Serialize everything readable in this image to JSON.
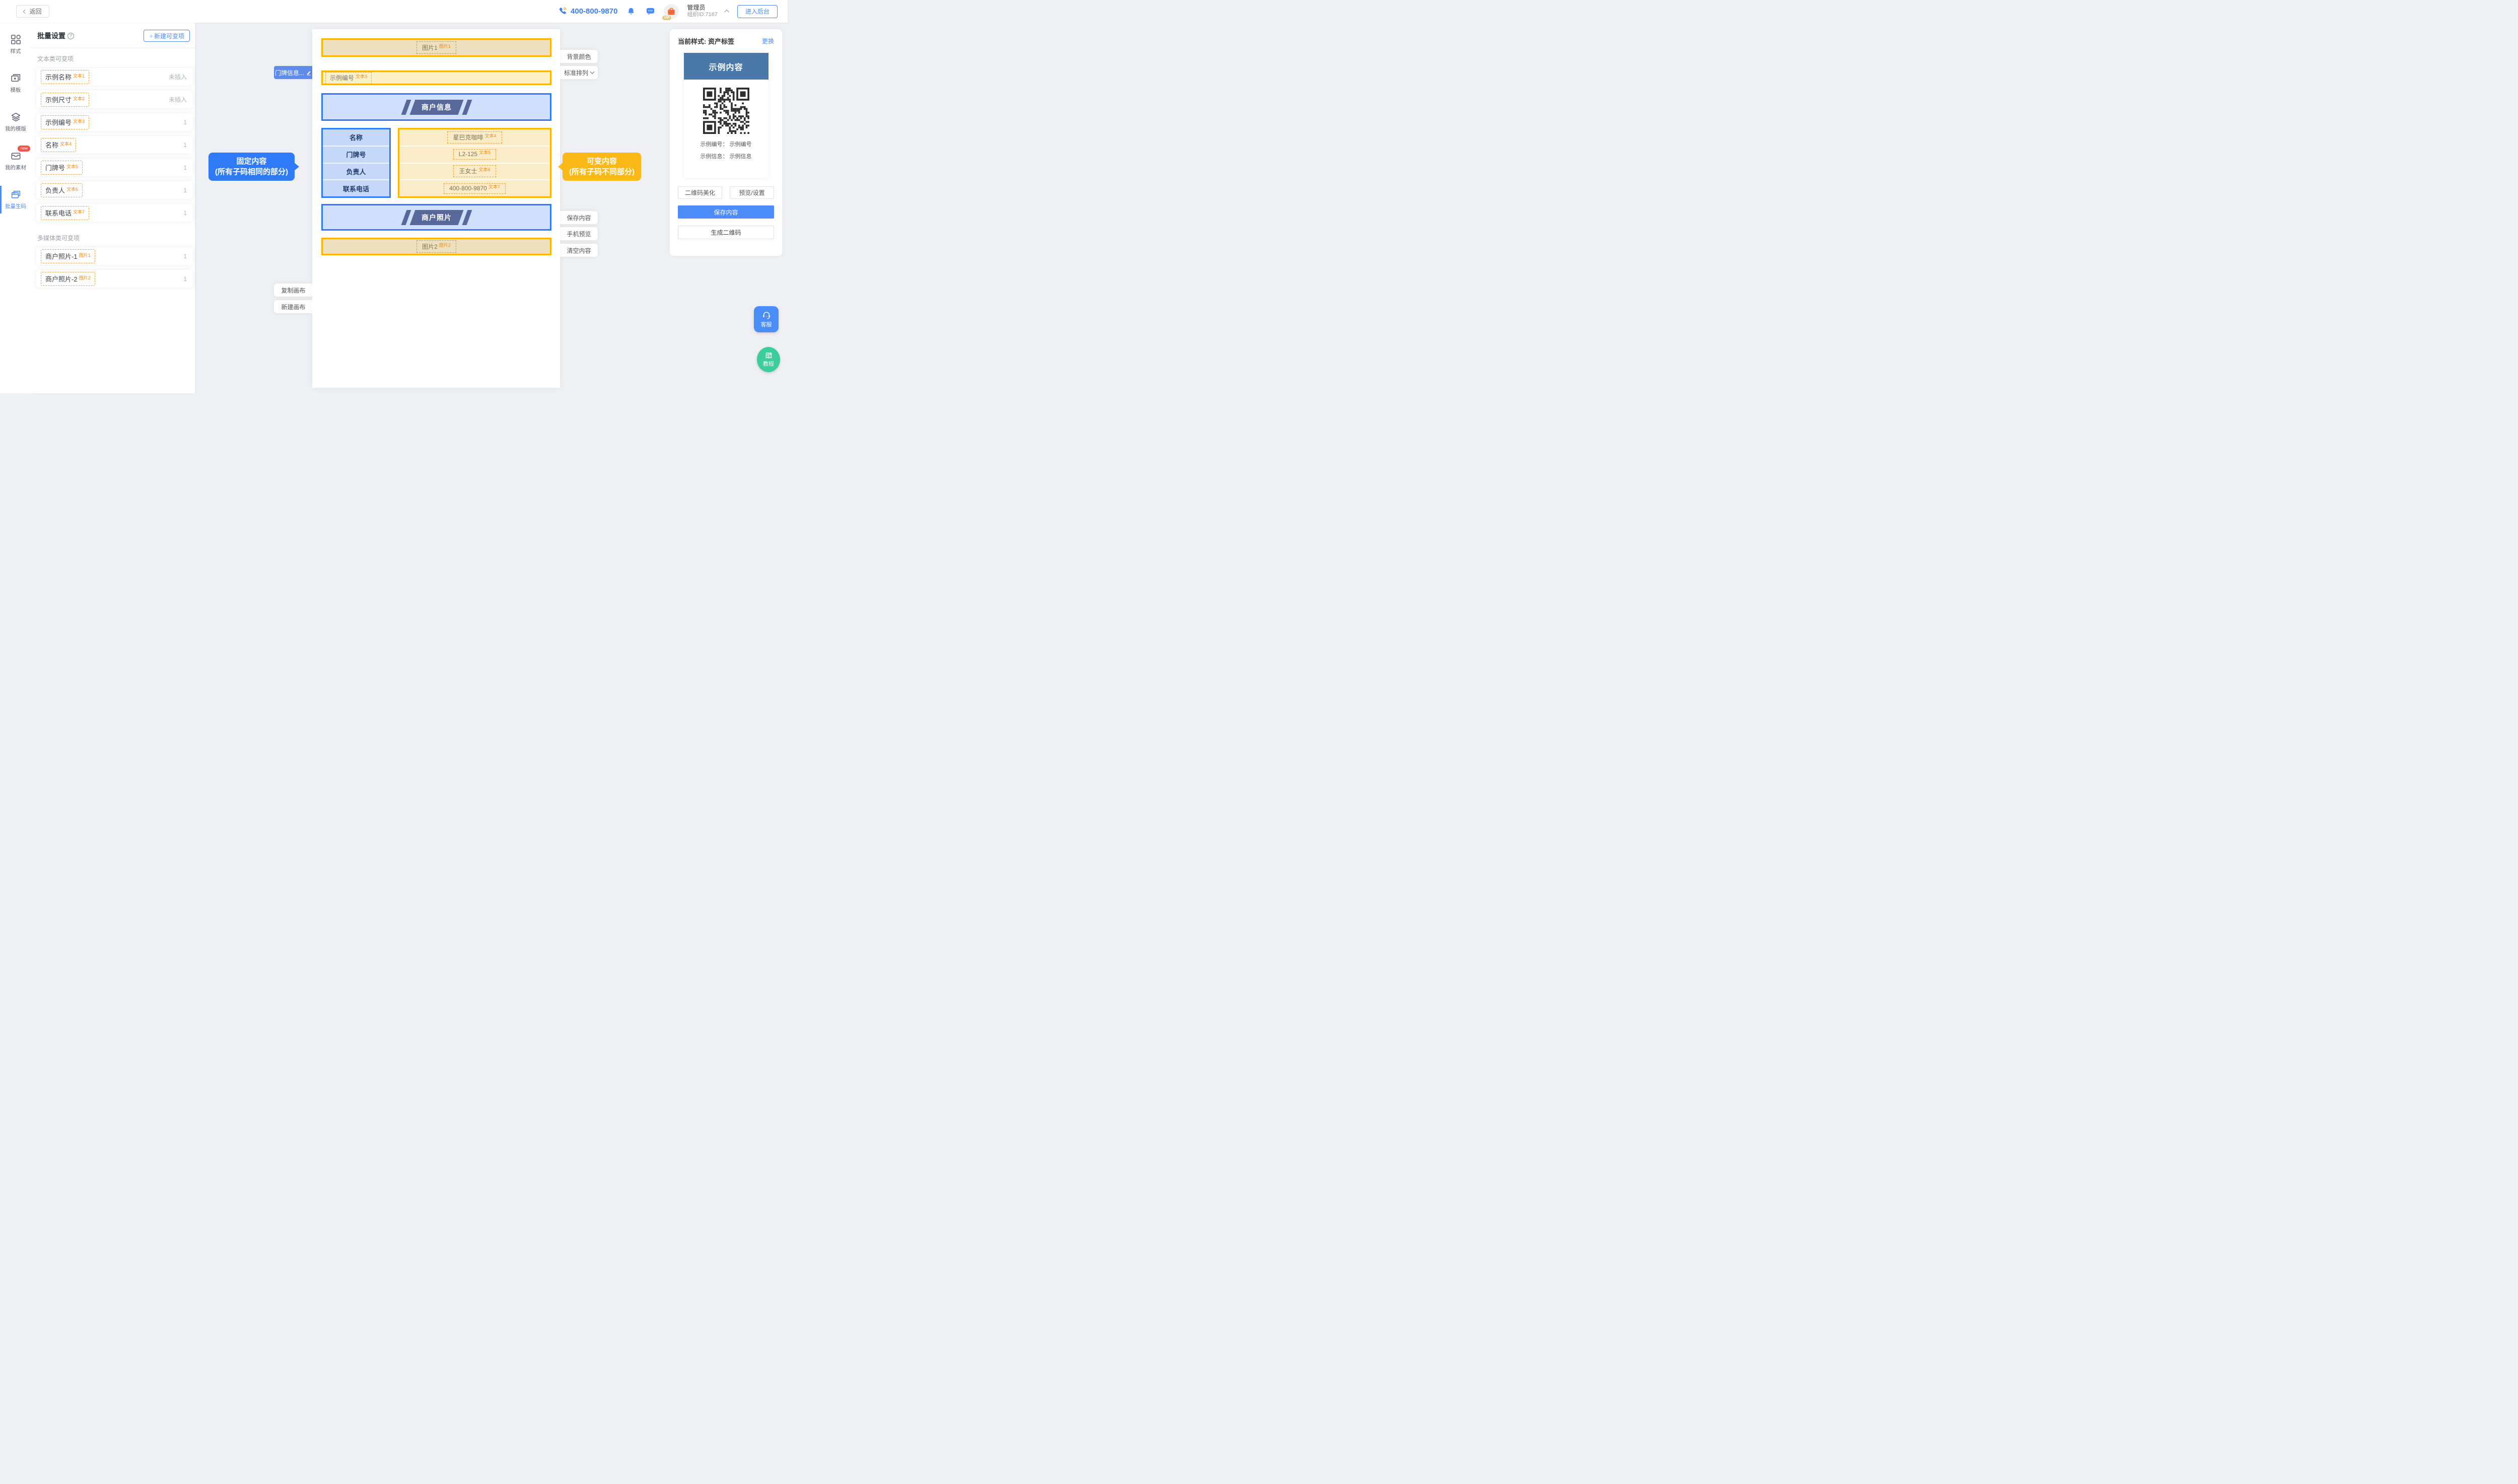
{
  "topbar": {
    "back_label": "返回",
    "phone_number": "400-800-9870",
    "admin_name": "管理员",
    "org_id": "组织ID:7167",
    "vip": "VIP",
    "enter_backend_label": "进入后台"
  },
  "sidebar": {
    "items": [
      {
        "label": "样式"
      },
      {
        "label": "模板"
      },
      {
        "label": "我的模版"
      },
      {
        "label": "我的素材",
        "badge": "new"
      },
      {
        "label": "批量生码"
      }
    ]
  },
  "panel": {
    "title": "批量设置",
    "help": "?",
    "new_variable_plus": "+",
    "new_variable_label": "新建可变项",
    "text_section_label": "文本类可变项",
    "media_section_label": "多媒体类可变项",
    "text_items": [
      {
        "name": "示例名称",
        "tag": "文本1",
        "status": "未插入"
      },
      {
        "name": "示例尺寸",
        "tag": "文本2",
        "status": "未插入"
      },
      {
        "name": "示例编号",
        "tag": "文本3",
        "status": "1"
      },
      {
        "name": "名称",
        "tag": "文本4",
        "status": "1"
      },
      {
        "name": "门牌号",
        "tag": "文本5",
        "status": "1"
      },
      {
        "name": "负责人",
        "tag": "文本6",
        "status": "1"
      },
      {
        "name": "联系电话",
        "tag": "文本7",
        "status": "1"
      }
    ],
    "media_items": [
      {
        "name": "商户照片-1",
        "tag": "图片1",
        "status": "1"
      },
      {
        "name": "商户照片-2",
        "tag": "图片2",
        "status": "1"
      }
    ]
  },
  "canvas": {
    "image_block1": {
      "label": "图片1",
      "tag": "图片1"
    },
    "serial_block": {
      "label": "示例编号",
      "tag": "文本3"
    },
    "banner_info": "商户信息",
    "banner_photo": "商户照片",
    "image_block2": {
      "label": "图片2",
      "tag": "图片2"
    },
    "table_rows": [
      {
        "key": "名称",
        "value": "星巴克咖啡",
        "tag": "文本4"
      },
      {
        "key": "门牌号",
        "value": "L2-125",
        "tag": "文本5"
      },
      {
        "key": "负责人",
        "value": "王女士",
        "tag": "文本6"
      },
      {
        "key": "联系电话",
        "value": "400-800-9870",
        "tag": "文本7"
      }
    ],
    "door_tag_label": "门牌信息...",
    "buttons": {
      "bg_color": "背景颜色",
      "arrange": "标准排列",
      "save": "保存内容",
      "phone_preview": "手机预览",
      "clear": "清空内容",
      "copy_canvas": "复制画布",
      "new_canvas": "新建画布"
    },
    "callout_fixed": {
      "line1": "固定内容",
      "line2": "(所有子码相同的部分)"
    },
    "callout_variable": {
      "line1": "可变内容",
      "line2": "(所有子码不同部分)"
    }
  },
  "right_panel": {
    "current_style": "当前样式: 资产标签",
    "change_link": "更换",
    "sample_title": "示例内容",
    "sample_line1": "示例编号： 示例编号",
    "sample_line2": "示例信息： 示例信息",
    "beautify": "二维码美化",
    "preview_settings": "预览/设置",
    "save": "保存内容",
    "generate": "生成二维码"
  },
  "floats": {
    "service": "客服",
    "tutorial": "教程"
  },
  "colors": {
    "accent_blue": "#4C8CF8",
    "accent_orange": "#FFB400",
    "canvas_blue_fill": "#CFDFFC",
    "canvas_yellow_fill": "#FAECC8",
    "slate_banner": "#57699B",
    "callout_blue": "#2F7BF7",
    "callout_orange": "#FBB917",
    "steel_header": "#4A78A9",
    "tutorial_green": "#3BCD9B",
    "badge_red": "#F5524A"
  }
}
